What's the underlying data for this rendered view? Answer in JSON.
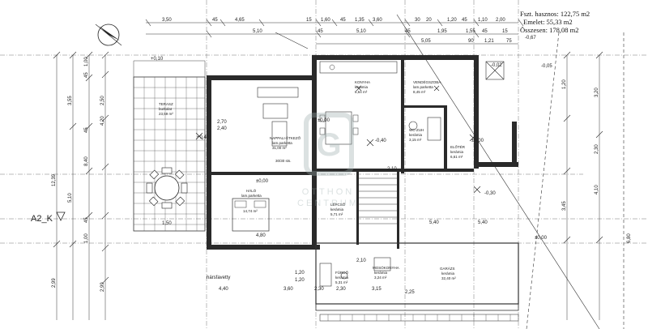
{
  "summary": {
    "line1": "Fszt. hasznos: 122,75 m2",
    "line2": "Emelet: 55,33 m2",
    "line3": "Összesen: 178,08 m2"
  },
  "watermark": {
    "line1": "OTTHON",
    "line2": "CENTRUM"
  },
  "section_label": "A2_K",
  "top_dims_row1": [
    "3,50",
    "45",
    "4,65",
    "15",
    "1,60",
    "45",
    "1,35",
    "3,60",
    "30",
    "20",
    "1,20",
    "45",
    "1,10",
    "2,00"
  ],
  "top_dims_row2": [
    "5,10",
    "45",
    "5,10",
    "45",
    "1,95",
    "1,55",
    "45",
    "15"
  ],
  "top_dims_row3": [
    "90",
    "1,21",
    "5,05",
    "75"
  ],
  "left_dims_outer": [
    "2,50",
    "4,20",
    "8,40",
    "12,39",
    "2,99",
    "2,99"
  ],
  "left_dims_inner": [
    "1,00",
    "45",
    "3,55",
    "45",
    "5,10",
    "45",
    "1,00"
  ],
  "right_dims": [
    "1,20",
    "3,45",
    "4,10",
    "2,30",
    "3,20",
    "6,80"
  ],
  "levels": [
    "+0,10",
    "-0,02",
    "-0,67",
    "±0,00",
    "+0,40",
    "±0,00",
    "-0,30",
    "±0,00",
    "-0,40",
    "±0,00",
    "-0,05"
  ],
  "rooms": [
    {
      "name": "TERASZ",
      "sub": "burkolat",
      "area": "23,59 m²"
    },
    {
      "name": "NAPPALI-ÉTKEZŐ",
      "sub": "lam.parketta",
      "area": "31,00 m²"
    },
    {
      "name": "KONYHA",
      "sub": "kerámia",
      "area": "8,64 m²"
    },
    {
      "name": "VENDÉGSZOBA",
      "sub": "lam.parketta",
      "area": "8,45 m²"
    },
    {
      "name": "WC-ZUH",
      "sub": "kerámia",
      "area": "3,15 m²"
    },
    {
      "name": "ELŐTÉR",
      "sub": "kerámia",
      "area": "6,61 m²"
    },
    {
      "name": "HÁLÓ",
      "sub": "lam.parketta",
      "area": "14,74 m²"
    },
    {
      "name": "LÉPCSŐ",
      "sub": "kerámia",
      "area": "5,71 m²"
    },
    {
      "name": "FÜRDŐ",
      "sub": "kerámia",
      "area": "5,31 m²"
    },
    {
      "name": "MOSÓKONYHA",
      "sub": "kerámia",
      "area": "3,24 m²"
    },
    {
      "name": "GARÁZS",
      "sub": "kerámia",
      "area": "32,40 m²"
    }
  ],
  "inner_dims": [
    "2,70",
    "2,40",
    "30/30 sts.",
    "4,80",
    "1,50",
    "5,40",
    "5,40",
    "3,60",
    "4,40",
    "2,10",
    "2,30",
    "3,15",
    "2,10",
    "1,20",
    "1,20",
    "2,30",
    "2,25"
  ],
  "notes": {
    "tree": "hársfavetty"
  }
}
